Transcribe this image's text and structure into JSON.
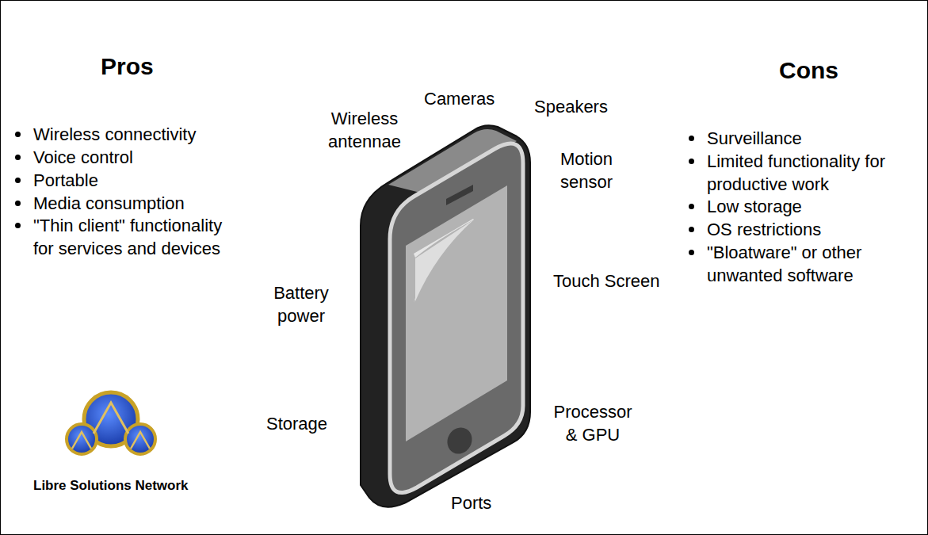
{
  "diagram": {
    "labels": [
      "Pros",
      "Wireless connectivity",
      "Voice control",
      "Portable",
      "Media consumption",
      "\"Thin client\" functionality for services and devices",
      "Cons",
      "Surveillance",
      "Limited functionality for productive work",
      "Low storage",
      "OS restrictions",
      "\"Bloatware\" or other unwanted software",
      "Wireless antennae",
      "Cameras",
      "Speakers",
      "Motion sensor",
      "Touch Screen",
      "Battery power",
      "Storage",
      "Processor & GPU",
      "Ports",
      "Libre Solutions Network"
    ]
  }
}
